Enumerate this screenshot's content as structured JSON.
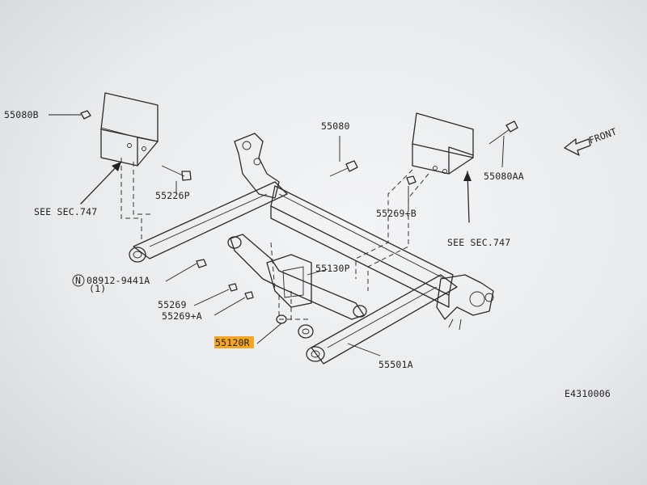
{
  "labels": {
    "p55080B": "55080B",
    "p55080": "55080",
    "p55080AA": "55080AA",
    "p55226P": "55226P",
    "p55269B": "55269+B",
    "seeSecLeft": "SEE SEC.747",
    "seeSecRight": "SEE SEC.747",
    "p08912": "08912-9441A",
    "p08912qty": "(1)",
    "p08912prefix": "N",
    "p55269": "55269",
    "p55269A": "55269+A",
    "p55120R": "55120R",
    "p55130P": "55130P",
    "p55501A": "55501A",
    "front": "FRONT",
    "figureCode": "E4310006"
  },
  "highlight": {
    "part": "55120R",
    "color": "#f5a623"
  }
}
